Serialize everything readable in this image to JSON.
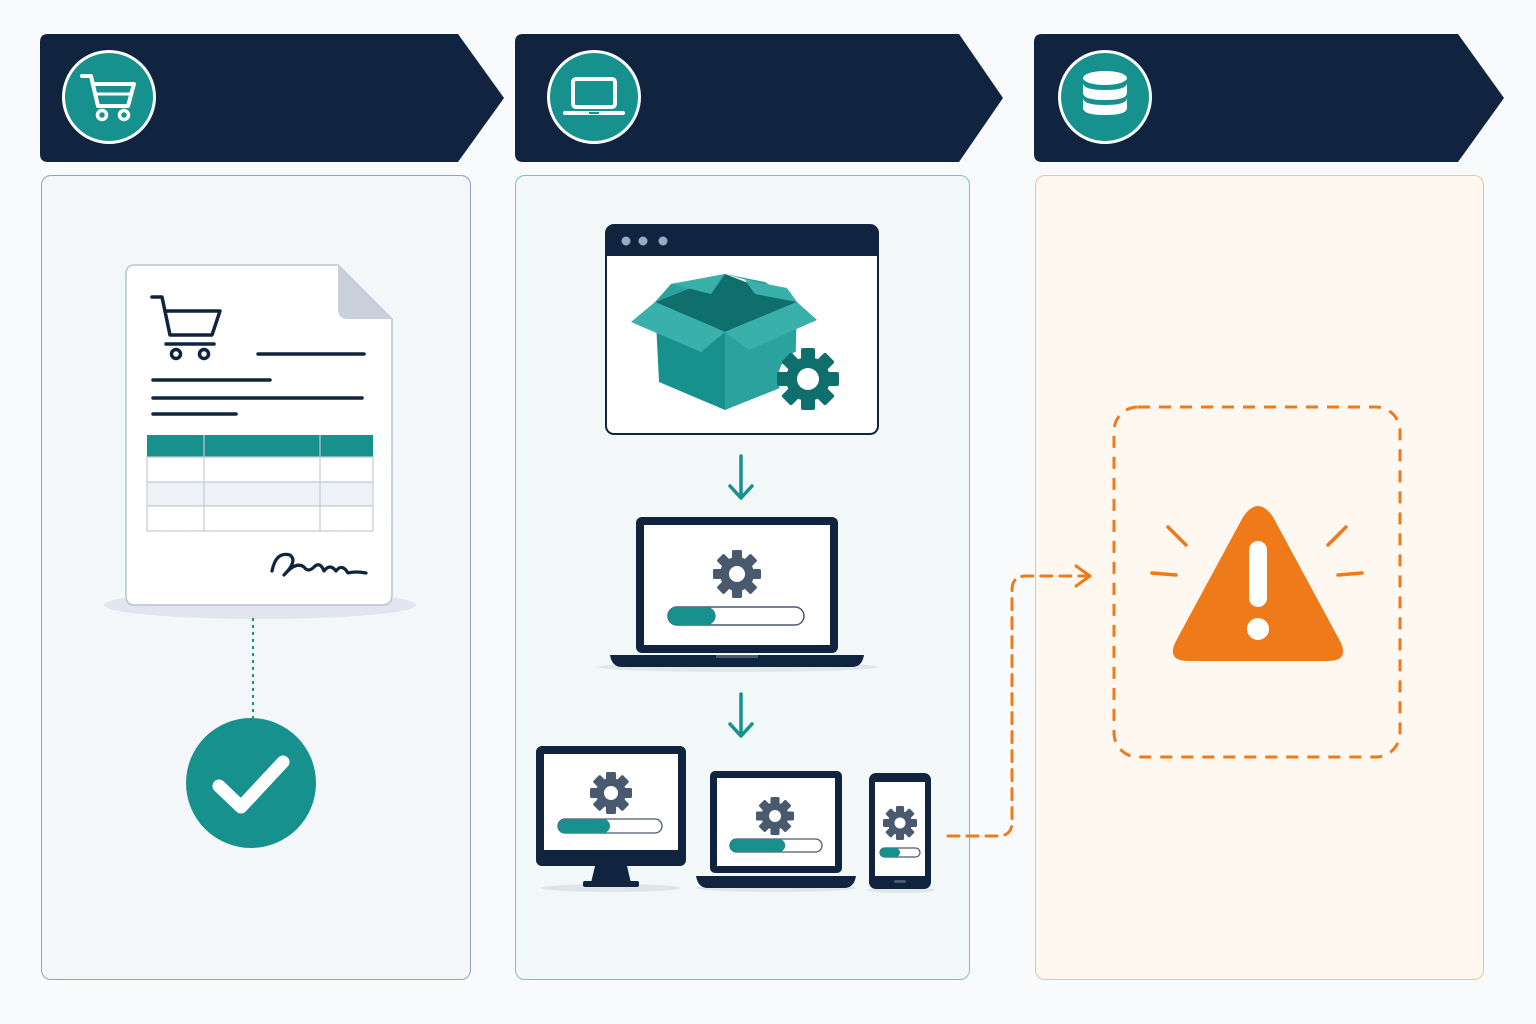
{
  "colors": {
    "navy": "#10233f",
    "teal": "#17918e",
    "teal_light": "#3ab0aa",
    "orange": "#ef7a1a",
    "slate": "#4a5a6e",
    "panel1_bg": "#f4f7fa",
    "panel1_border": "#8fa4bf",
    "panel2_bg": "#f2f8f8",
    "panel2_border": "#7fbfbc",
    "panel3_bg": "#fff8f1",
    "panel3_border": "#f5c28f"
  },
  "stages": [
    {
      "id": "order",
      "header_icon": "shopping-cart-icon"
    },
    {
      "id": "deploy",
      "header_icon": "laptop-icon"
    },
    {
      "id": "database",
      "header_icon": "database-icon"
    }
  ],
  "panel1": {
    "document_icon": "invoice-document-icon",
    "check_icon": "check-circle-icon"
  },
  "panel2": {
    "package_icon": "package-gear-icon",
    "install_progress": 0.35,
    "devices": [
      {
        "name": "desktop-monitor-icon",
        "progress": 0.5
      },
      {
        "name": "laptop-device-icon",
        "progress": 0.6
      },
      {
        "name": "phone-device-icon",
        "progress": 0.5
      }
    ]
  },
  "panel3": {
    "warning_icon": "warning-triangle-icon"
  }
}
